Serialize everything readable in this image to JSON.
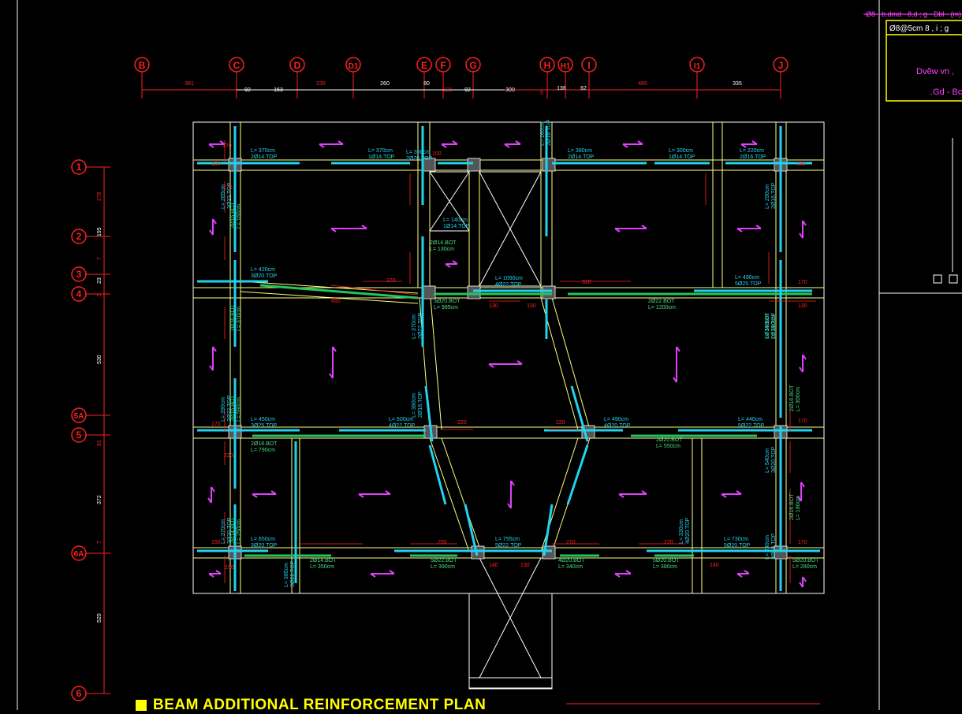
{
  "drawing": {
    "title": "BEAM ADDITIONAL REINFORCEMENT PLAN",
    "colors": {
      "background": "#000000",
      "grid": "#ff2020",
      "frame": "#ffffff",
      "beam": "#ffff80",
      "rebar_top": "#22d3ee",
      "rebar_bottom": "#22c55e",
      "label_top": "#22d3ee",
      "label_bottom": "#4ade80",
      "slab_arrow": "#e040fb",
      "dimension": "#ff2020",
      "title": "#ffff00"
    }
  },
  "grid_columns": [
    "B",
    "C",
    "D",
    "D1",
    "E",
    "F",
    "G",
    "H",
    "H1",
    "I",
    "I1",
    "J"
  ],
  "grid_rows": [
    "1",
    "2",
    "3",
    "4",
    "5A",
    "5",
    "6A",
    "6"
  ],
  "column_dims": [
    "391",
    "92",
    "163",
    "235",
    "260",
    "80",
    "121",
    "92",
    "300",
    "5",
    "136",
    "62",
    "485",
    "335"
  ],
  "row_dims": [
    "278",
    "195",
    "7",
    "23",
    "5",
    "530",
    "91",
    "372",
    "7",
    "520"
  ],
  "rebar_labels": [
    "L= 370cm\n2Ø14.TOP",
    "L= 370cm\n1Ø14.TOP",
    "L= 300cm\n2Ø20.TOP",
    "L= 380cm\n2Ø14.TOP",
    "L= 300cm\n1Ø14.TOP",
    "L= 220cm\n2Ø16.TOP",
    "L= 140cm\n1Ø14.TOP",
    "2Ø14.BOT\nL= 130cm",
    "L= 420cm\n3Ø20.TOP",
    "L= 1090cm\n4Ø22.TOP",
    "L= 490cm\n5Ø25.TOP",
    "3Ø20.BOT\nL= 985cm",
    "2Ø22.BOT\nL= 1200cm",
    "L= 450cm\n3Ø25.TOP",
    "L= 500cm\n4Ø22.TOP",
    "L= 490cm\n4Ø20.TOP",
    "L= 440cm\n5Ø22.TOP",
    "2Ø16.BOT\nL= 790cm",
    "2Ø20.BOT\nL= 550cm",
    "L= 650cm\n3Ø20.TOP",
    "L= 755cm\n5Ø22.TOP",
    "L= 730cm\n5Ø20.TOP",
    "2Ø14.BOT\nL= 350cm",
    "5Ø22.BOT\nL= 390cm",
    "4Ø20.BOT\nL= 340cm",
    "5Ø20.BOT\nL= 380cm",
    "5Ø20.BOT\nL= 280cm"
  ],
  "vertical_labels": [
    "L= 265cm\n2Ø22.TOP",
    "2Ø16.BOT\nL= 160cm",
    "2Ø16.BOT\nL= 310cm",
    "L= 370cm\n2Ø27.TOP",
    "L= 390cm\n2Ø22.TOP",
    "2Ø16.BOT\nL= 590cm",
    "L= 380cm\n2Ø18.TOP",
    "L= 160cm\n2Ø18.TOP",
    "L= 290cm\n2Ø16.TOP",
    "1Ø14.BOT\nL= 390cm",
    "L= 390cm\n2Ø14.TOP",
    "2Ø16.BOT\nL= 300cm",
    "L= 540cm\n3Ø20.TOP",
    "2Ø16.BOT\nL= 180cm",
    "L= 370cm\n3Ø20.TOP",
    "2Ø14.BOT\nL= 250cm",
    "L= 385cm\n3Ø22.TOP",
    "L= 330cm\n4Ø20.TOP",
    "L= 240cm\n2Ø18.TOP"
  ],
  "small_dims": [
    "170",
    "100",
    "150",
    "170",
    "190",
    "270",
    "320",
    "170",
    "130",
    "660",
    "130",
    "130",
    "220",
    "220",
    "170",
    "170",
    "220",
    "250",
    "210",
    "220",
    "170",
    "150",
    "140",
    "130",
    "150",
    "140"
  ],
  "corner_panel": {
    "line1": "Ø8 - b.dmd - 8,d ; g - Dbl - (m)",
    "line2": "Ø8@5cm 8 , i ; g",
    "line3": "Dvẽw vn , ",
    "line4": ".Gd - Bc"
  }
}
